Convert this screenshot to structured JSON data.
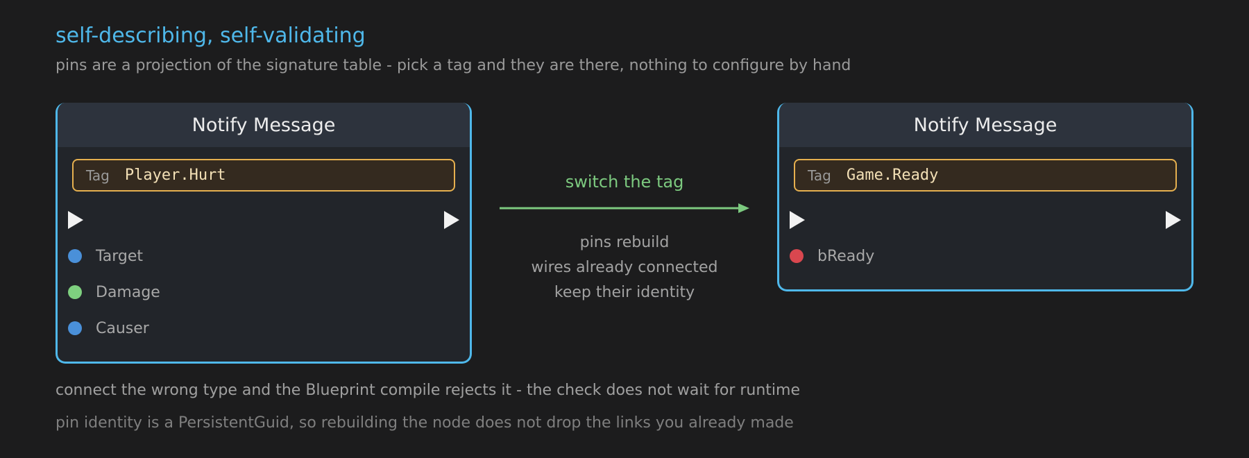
{
  "header": {
    "title": "self-describing, self-validating",
    "subtitle": "pins are a projection of the signature table - pick a tag and they are there, nothing to configure by hand"
  },
  "nodes": [
    {
      "title": "Notify Message",
      "tag_label": "Tag",
      "tag_value": "Player.Hurt",
      "pins": [
        {
          "name": "Target",
          "color": "#4a90d9"
        },
        {
          "name": "Damage",
          "color": "#7ed07f"
        },
        {
          "name": "Causer",
          "color": "#4a90d9"
        }
      ]
    },
    {
      "title": "Notify Message",
      "tag_label": "Tag",
      "tag_value": "Game.Ready",
      "pins": [
        {
          "name": "bReady",
          "color": "#d9474f"
        }
      ]
    }
  ],
  "transition": {
    "label": "switch the tag",
    "lines": [
      "pins rebuild",
      "wires already connected",
      "keep their identity"
    ]
  },
  "notes": [
    "connect the wrong type and the Blueprint compile rejects it - the check does not wait for runtime",
    "pin identity is a PersistentGuid, so rebuilding the node does not drop the links you already made"
  ],
  "colors": {
    "accent": "#4fb8ea",
    "tag_border": "#e6b04f",
    "arrow": "#7cc97f",
    "background": "#1c1c1d"
  }
}
